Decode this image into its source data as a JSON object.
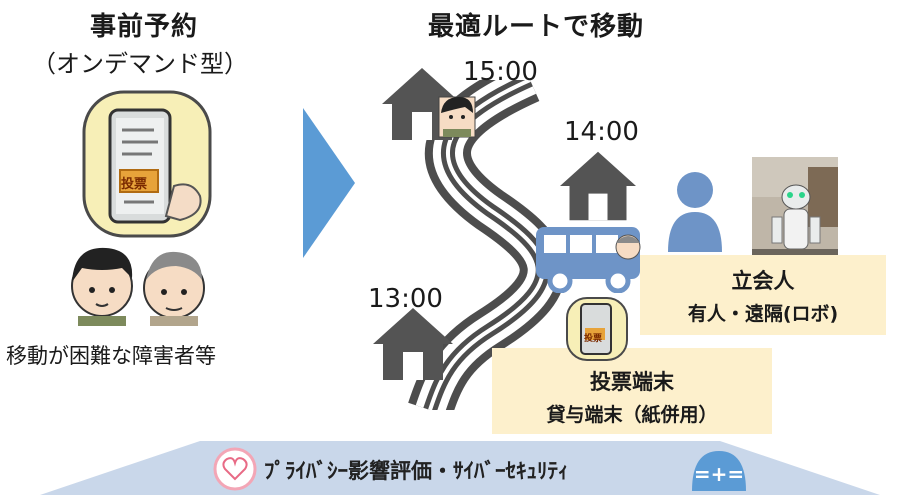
{
  "left": {
    "title": "事前予約",
    "subtitle": "（オンデマンド型）",
    "phone_button": "投票",
    "caption": "移動が困難な障害者等"
  },
  "right": {
    "title": "最適ルートで移動",
    "times": [
      "15:00",
      "14:00",
      "13:00"
    ],
    "observer": {
      "line1": "立会人",
      "line2": "有人・遠隔(ロボ)"
    },
    "terminal": {
      "line1": "投票端末",
      "line2": "貸与端末（紙併用）",
      "phone_button": "投票"
    }
  },
  "footer": {
    "text": "ﾌﾟﾗｲﾊﾞｼｰ影響評価・ｻｲﾊﾞｰｾｷｭﾘﾃｨ"
  },
  "colors": {
    "arrow": "#5b9bd5",
    "house": "#545454",
    "bus": "#6e94c7",
    "box": "#fdf0cc",
    "footer": "#c9d7ea"
  }
}
